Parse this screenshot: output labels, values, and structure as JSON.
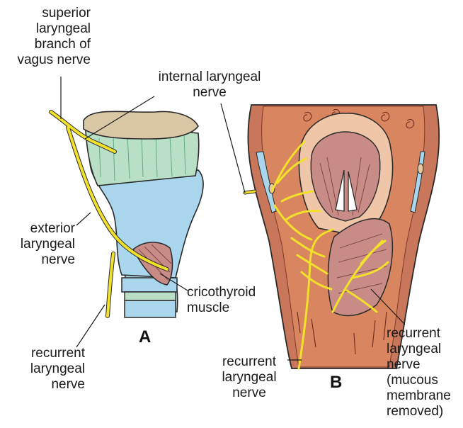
{
  "colors": {
    "nerve": "#f2e12b",
    "cartilage": "#a9d6ec",
    "thyroid_green": "#b9e0c6",
    "bone": "#d9c7a6",
    "mucosa": "#c8775a",
    "mucosa_light": "#e8a488",
    "muscle": "#c98b86",
    "outline": "#2a2a2a"
  },
  "labels": {
    "superior_laryngeal": [
      "superior",
      "laryngeal",
      "branch of",
      "vagus nerve"
    ],
    "internal_laryngeal": [
      "internal laryngeal",
      "nerve"
    ],
    "exterior_laryngeal": [
      "exterior",
      "laryngeal",
      "nerve"
    ],
    "cricothyroid": [
      "cricothyroid",
      "muscle"
    ],
    "recurrent_a": [
      "recurrent",
      "laryngeal",
      "nerve"
    ],
    "recurrent_b_left": [
      "recurrent",
      "laryngeal",
      "nerve"
    ],
    "recurrent_b_right": [
      "recurrent",
      "laryngeal",
      "nerve",
      "(mucous",
      "membrane",
      "removed)"
    ]
  },
  "panels": {
    "a": "A",
    "b": "B"
  }
}
